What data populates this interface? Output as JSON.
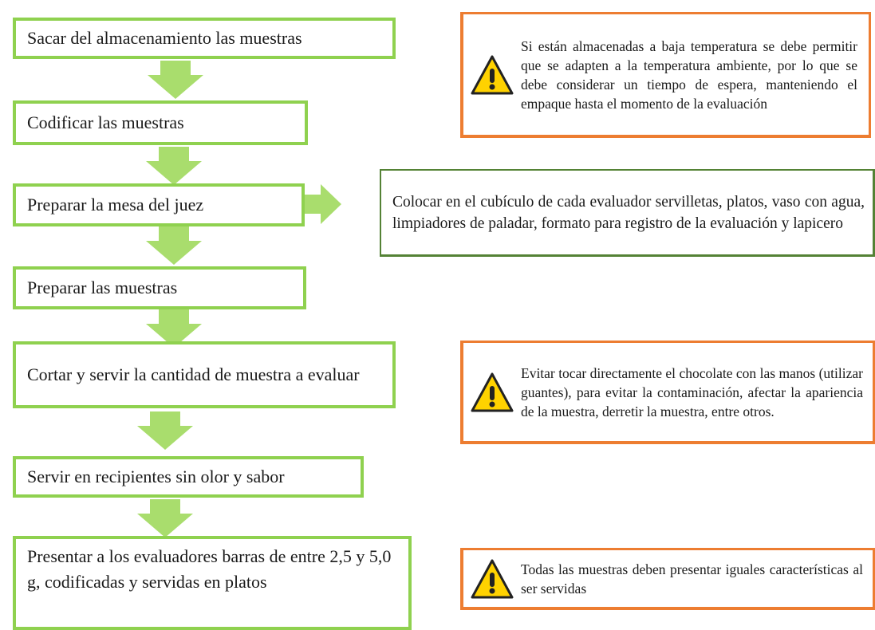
{
  "steps": [
    {
      "text": "Sacar del almacenamiento las muestras"
    },
    {
      "text": "Codificar las muestras"
    },
    {
      "text": "Preparar la mesa del juez"
    },
    {
      "text": "Preparar las muestras"
    },
    {
      "text": "Cortar y servir la cantidad de muestra a evaluar"
    },
    {
      "text": "Servir en recipientes sin olor y sabor"
    },
    {
      "text": "Presentar a los evaluadores barras de entre 2,5 y 5,0 g, codificadas y servidas en platos"
    }
  ],
  "notes": [
    {
      "icon": "warning-icon",
      "text": "Si están almacenadas a baja temperatura se debe permitir que se adapten a la temperatura ambiente, por lo que se debe considerar un tiempo de espera, manteniendo el empaque hasta el momento de la evaluación"
    },
    {
      "text": "Colocar en el cubículo de cada evaluador servilletas, platos, vaso con agua, limpiadores de paladar, formato para registro de la evaluación y lapicero"
    },
    {
      "icon": "warning-icon",
      "text": "Evitar tocar directamente el chocolate con las manos (utilizar guantes), para evitar la contaminación, afectar la apariencia de la muestra, derretir la muestra, entre otros."
    },
    {
      "icon": "warning-icon",
      "text": "Todas las muestras deben presentar iguales características al ser servidas"
    }
  ],
  "colors": {
    "step_border": "#8fd14f",
    "arrow_fill": "#a9dd6d",
    "warning_border": "#ed7d31",
    "info_border": "#548235",
    "warning_icon_fill": "#ffd200"
  }
}
